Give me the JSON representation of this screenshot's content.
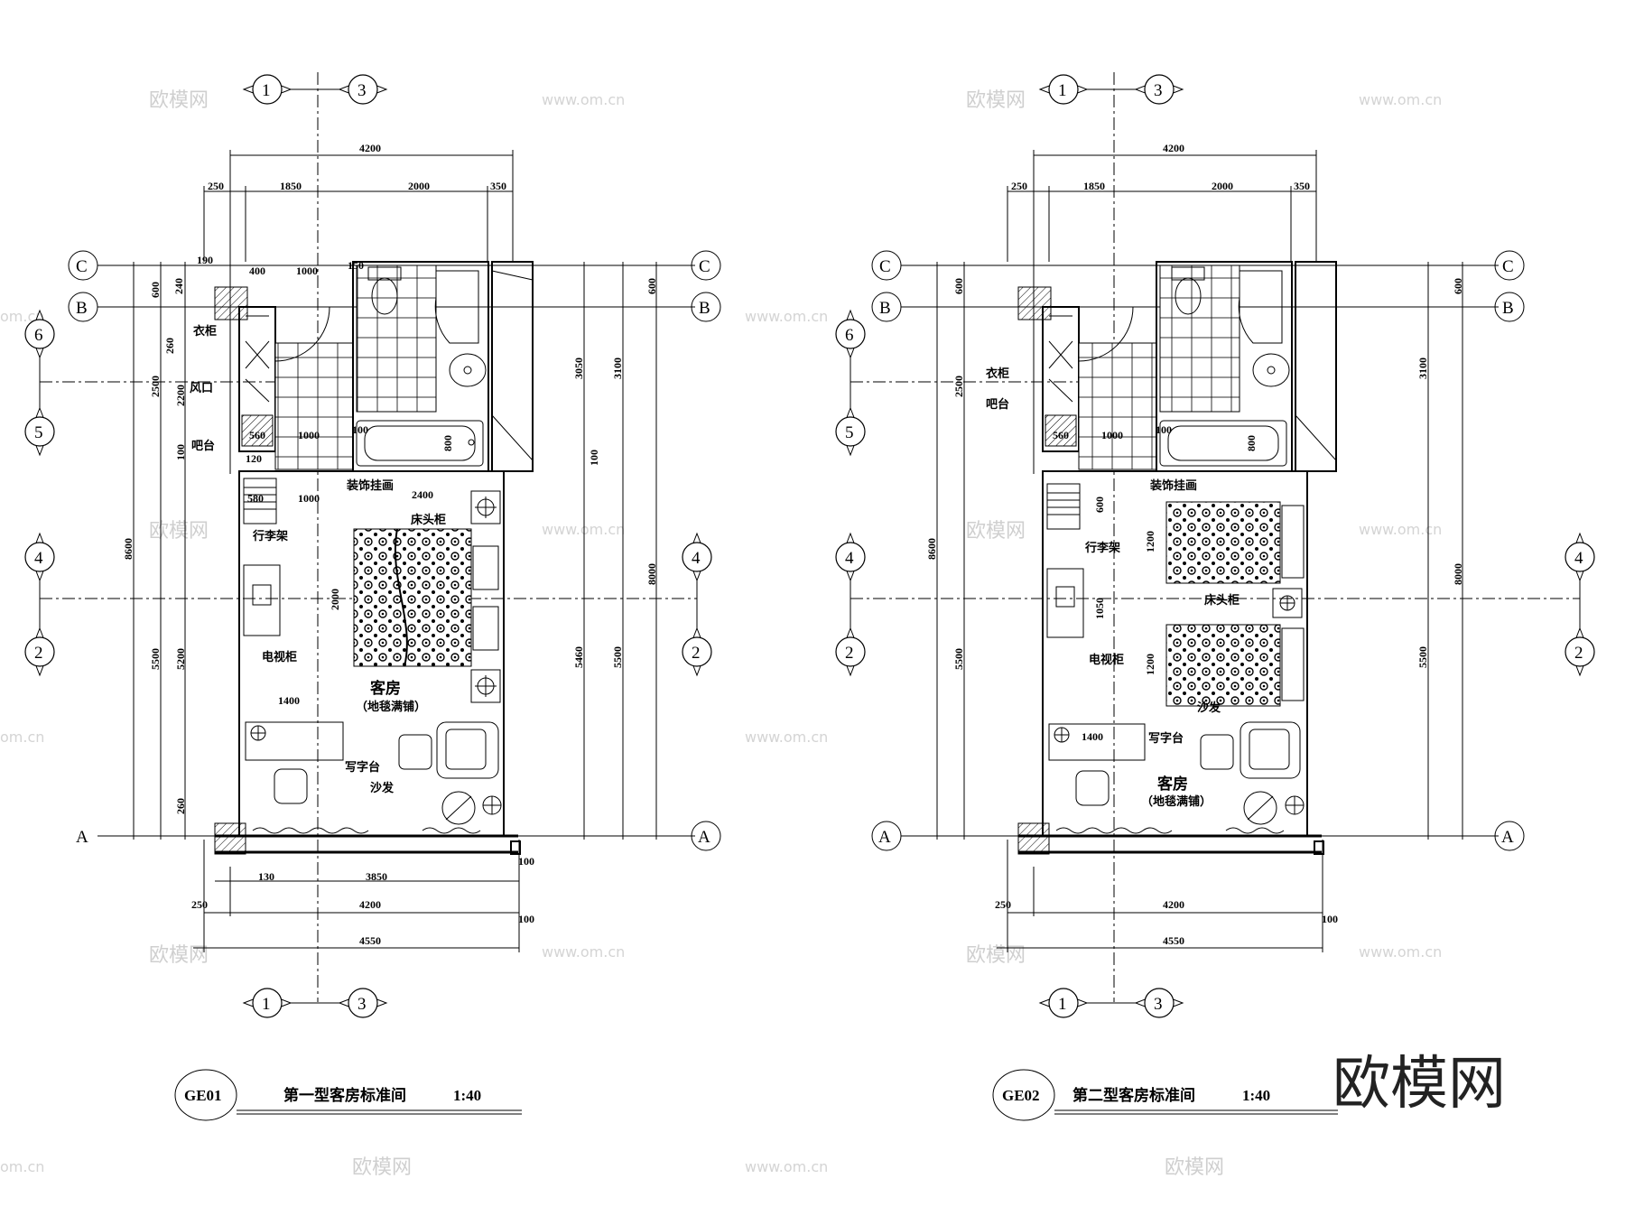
{
  "plans": [
    {
      "code": "GE01",
      "title": "第一型客房标准间",
      "scale": "1:40",
      "room_name": "客房",
      "room_sub": "（地毯满铺）",
      "labels": {
        "wardrobe": "衣柜",
        "vent": "风口",
        "bar": "吧台",
        "luggage": "行李架",
        "tv": "电视柜",
        "nightstand": "床头柜",
        "desk": "写字台",
        "sofa": "沙发",
        "deco": "装饰挂画"
      },
      "dims": {
        "top_total": "4200",
        "top_250": "250",
        "top_1850": "1850",
        "top_2000": "2000",
        "top_350": "350",
        "row_190": "190",
        "row_400": "400",
        "row_1000": "1000",
        "row_150": "150",
        "v_600": "600",
        "v_240": "240",
        "v_260": "260",
        "v_2500": "2500",
        "v_2200": "2200",
        "v_100": "100",
        "v_8600": "8600",
        "v_5500": "5500",
        "v_5200": "5200",
        "v_260b": "260",
        "r_3050": "3050",
        "r_3100": "3100",
        "r_600": "600",
        "r_8000": "8000",
        "r_5460": "5460",
        "r_5500": "5500",
        "r_100": "100",
        "bar_560": "560",
        "bar_120": "120",
        "mid_1000": "1000",
        "mid_100": "100",
        "mid_800": "800",
        "lug_580": "580",
        "lug_1000": "1000",
        "w_2400": "2400",
        "bed_2000": "2000",
        "desk_1400": "1400",
        "b_130": "130",
        "b_3850": "3850",
        "b_100": "100",
        "b_250": "250",
        "b_4200": "4200",
        "b_100b": "100",
        "b_4550": "4550"
      }
    },
    {
      "code": "GE02",
      "title": "第二型客房标准间",
      "scale": "1:40",
      "room_name": "客房",
      "room_sub": "（地毯满铺）",
      "labels": {
        "wardrobe": "衣柜",
        "bar": "吧台",
        "luggage": "行李架",
        "tv": "电视柜",
        "nightstand": "床头柜",
        "desk": "写字台",
        "sofa": "沙发",
        "deco": "装饰挂画"
      },
      "dims": {
        "top_total": "4200",
        "top_250": "250",
        "top_1850": "1850",
        "top_2000": "2000",
        "top_350": "350",
        "v_600": "600",
        "v_2500": "2500",
        "v_8600": "8600",
        "v_5500": "5500",
        "r_600": "600",
        "r_3100": "3100",
        "r_8000": "8000",
        "r_5500": "5500",
        "bar_560": "560",
        "mid_1000": "1000",
        "mid_100": "100",
        "mid_800": "800",
        "lug_600": "600",
        "tv_1050": "1050",
        "bed_1200a": "1200",
        "bed_1200b": "1200",
        "desk_1400": "1400",
        "b_250": "250",
        "b_4200": "4200",
        "b_100": "100",
        "b_4550": "4550"
      }
    }
  ],
  "axes": {
    "c": "C",
    "b": "B",
    "a": "A",
    "n1": "1",
    "n2": "2",
    "n3": "3",
    "n4": "4",
    "n5": "5",
    "n6": "6"
  },
  "watermark": {
    "text": "欧模网",
    "url": "www.om.cn",
    "url_short": "om.cn"
  },
  "brand": "欧模网"
}
